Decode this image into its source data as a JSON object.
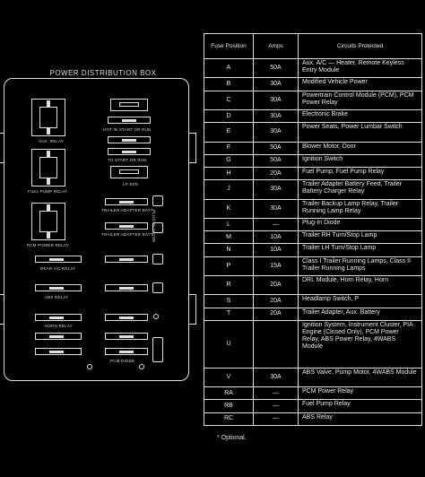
{
  "diagram": {
    "title": "POWER DISTRIBUTION BOX",
    "labels": {
      "aux_relay": "AUX. RELAY",
      "hot_in_start": "HOT IN START OR RUN",
      "fuel_pump_relay": "FUEL PUMP RELAY",
      "to_start_or_run": "TO START OR RUN",
      "pcm_power_relay": "PCM POWER RELAY",
      "trailer_adapter_1": "TRAILER ADAPTER BATT",
      "trailer_adapter_2": "TRAILER ADAPTER BATT",
      "plug_in_diode": "PLUG-IN DIODE",
      "rear_ac": "REAR A/C RELAY",
      "abs_relay": "ABS RELAY",
      "horn_relay": "HORN RELAY",
      "lp_sen": "LP SEN",
      "pcm_diode": "PCM DIODE"
    }
  },
  "table": {
    "headers": [
      "Fuse Position",
      "Amps",
      "Circuits Protected"
    ],
    "rows": [
      {
        "pos": "A",
        "amps": "50A",
        "circuits": "Aux. A/C — Heater, Remote Keyless Entry Module"
      },
      {
        "pos": "B",
        "amps": "30A",
        "circuits": "Modified Vehicle Power"
      },
      {
        "pos": "C",
        "amps": "30A",
        "circuits": "Powertrain Control Module (PCM), PCM Power Relay"
      },
      {
        "pos": "D",
        "amps": "30A",
        "circuits": "Electronic Brake"
      },
      {
        "pos": "E",
        "amps": "30A",
        "circuits": "Power Seats, Power Lumbar Switch"
      },
      {
        "pos": "F",
        "amps": "50A",
        "circuits": "Blower Motor, Door"
      },
      {
        "pos": "G",
        "amps": "50A",
        "circuits": "Ignition Switch"
      },
      {
        "pos": "H",
        "amps": "20A",
        "circuits": "Fuel Pump, Fuel Pump Relay"
      },
      {
        "pos": "J",
        "amps": "30A",
        "circuits": "Trailer Adapter Battery Feed, Trailer Battery Charger Relay"
      },
      {
        "pos": "K",
        "amps": "30A",
        "circuits": "Trailer Backup Lamp Relay, Trailer Running Lamp Relay"
      },
      {
        "pos": "L",
        "amps": "—",
        "circuits": "Plug-In Diode"
      },
      {
        "pos": "M",
        "amps": "10A",
        "circuits": "Trailer RH Turn/Stop Lamp"
      },
      {
        "pos": "N",
        "amps": "10A",
        "circuits": "Trailer LH Turn/Stop Lamp"
      },
      {
        "pos": "P",
        "amps": "15A",
        "circuits": "Class I Trailer Running Lamps, Class II Trailer Running Lamps"
      },
      {
        "pos": "R",
        "amps": "20A",
        "circuits": "DRL Module, Horn Relay, Horn"
      },
      {
        "pos": "S",
        "amps": "20A",
        "circuits": "Headlamp Switch, P"
      },
      {
        "pos": "T",
        "amps": "20A",
        "circuits": "Trailer Adapter, Aux. Battery"
      },
      {
        "pos": "U",
        "amps": "",
        "circuits": "Ignition System, Instrument Cluster, PIA Engine (Closed Only), PCM Power Relay, ABS Power Relay, 4WABS Module"
      },
      {
        "pos": "V",
        "amps": "30A",
        "circuits": "ABS Valve, Pump Motor, 4WABS Module"
      },
      {
        "pos": "RA",
        "amps": "—",
        "circuits": "PCM Power Relay"
      },
      {
        "pos": "RB",
        "amps": "—",
        "circuits": "Fuel Pump Relay"
      },
      {
        "pos": "RC",
        "amps": "—",
        "circuits": "ABS Relay"
      }
    ],
    "footnote": "* Optional."
  }
}
